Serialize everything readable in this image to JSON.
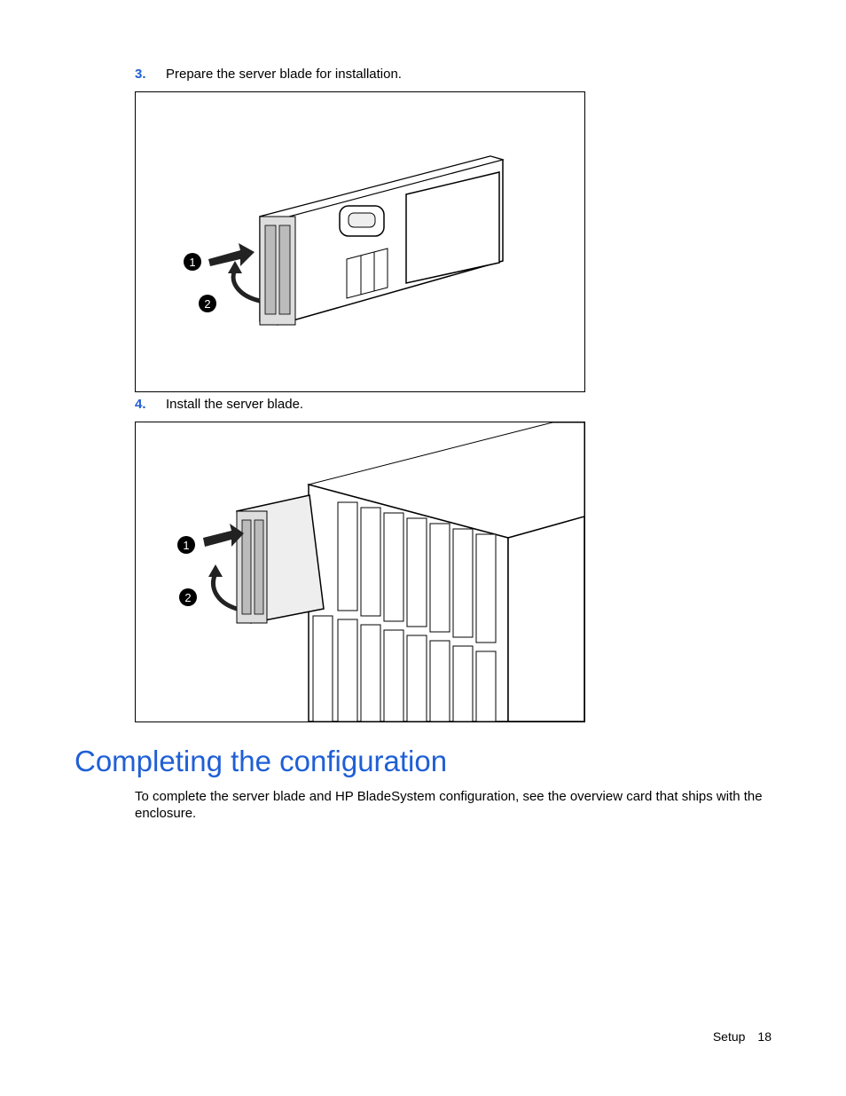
{
  "steps": [
    {
      "number": "3.",
      "text": "Prepare the server blade for installation."
    },
    {
      "number": "4.",
      "text": "Install the server blade."
    }
  ],
  "figures": [
    {
      "callouts": [
        "1",
        "2"
      ]
    },
    {
      "callouts": [
        "1",
        "2"
      ]
    }
  ],
  "section": {
    "title": "Completing the configuration",
    "body": "To complete the server blade and HP BladeSystem configuration, see the overview card that ships with the enclosure."
  },
  "footer": {
    "section": "Setup",
    "page": "18"
  }
}
